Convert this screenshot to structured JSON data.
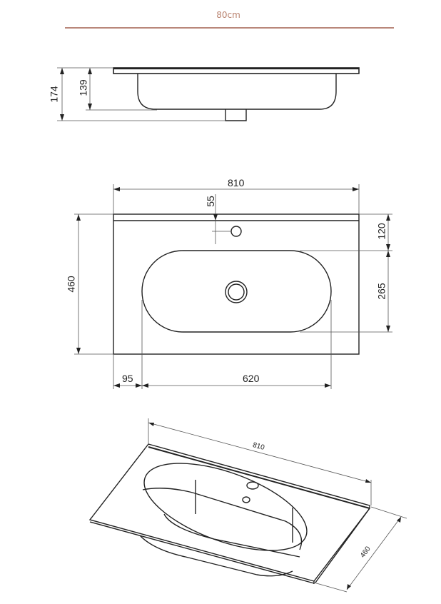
{
  "header": {
    "title": "80cm",
    "accent_color": "#b9877a"
  },
  "side_view": {
    "dimensions": {
      "total_height": "174",
      "basin_height": "139"
    }
  },
  "top_view": {
    "dimensions": {
      "total_width": "810",
      "tap_hole_offset": "55",
      "back_to_basin": "120",
      "depth": "460",
      "basin_depth": "265",
      "side_margin": "95",
      "basin_width": "620"
    }
  },
  "iso_view": {
    "dimensions": {
      "width": "810",
      "depth": "460"
    }
  }
}
